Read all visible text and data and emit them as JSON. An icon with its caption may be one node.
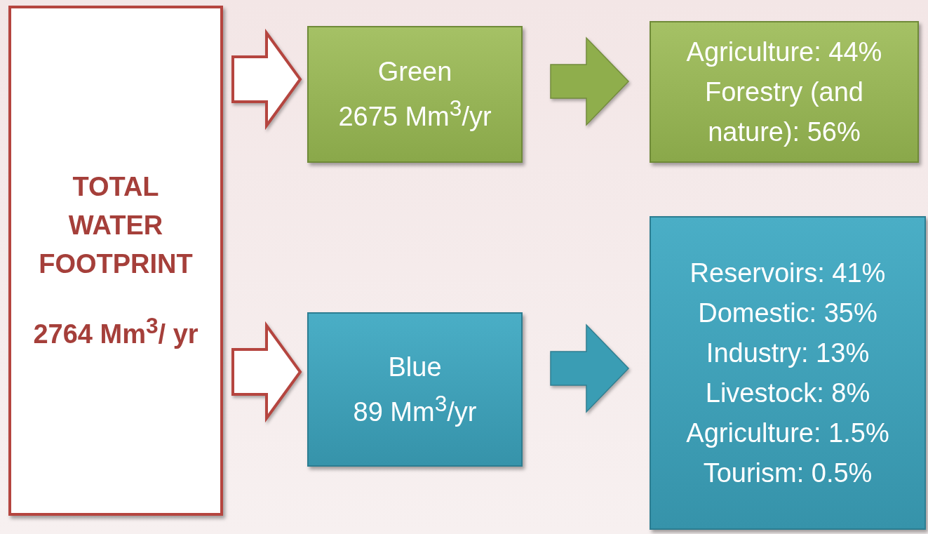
{
  "diagram": {
    "nodes": [
      {
        "text": [
          "TOTAL WATER FOOTPRINT",
          "2764 Mm$^{3}$/ yr"
        ]
      },
      {
        "text": [
          "Green",
          "2675 Mm$^{3}$/yr"
        ]
      },
      {
        "text": [
          "Agriculture: 44%",
          "Forestry (and nature): 56%"
        ]
      },
      {
        "text": [
          "Blue",
          "89 Mm$^{3}$/yr"
        ]
      },
      {
        "text": [
          "Reservoirs: 41%",
          "Domestic: 35%",
          "Industry: 13%",
          "Livestock: 8%",
          "Agriculture: 1.5%",
          "Tourism: 0.5%"
        ]
      }
    ],
    "edges": [
      {
        "from": 0,
        "to": 1,
        "arrow": "to",
        "color": "#b5453f"
      },
      {
        "from": 1,
        "to": 2,
        "arrow": "to",
        "color": "#8fae4c"
      },
      {
        "from": 0,
        "to": 3,
        "arrow": "to",
        "color": "#b5453f"
      },
      {
        "from": 3,
        "to": 4,
        "arrow": "to",
        "color": "#3a9db4"
      }
    ]
  }
}
